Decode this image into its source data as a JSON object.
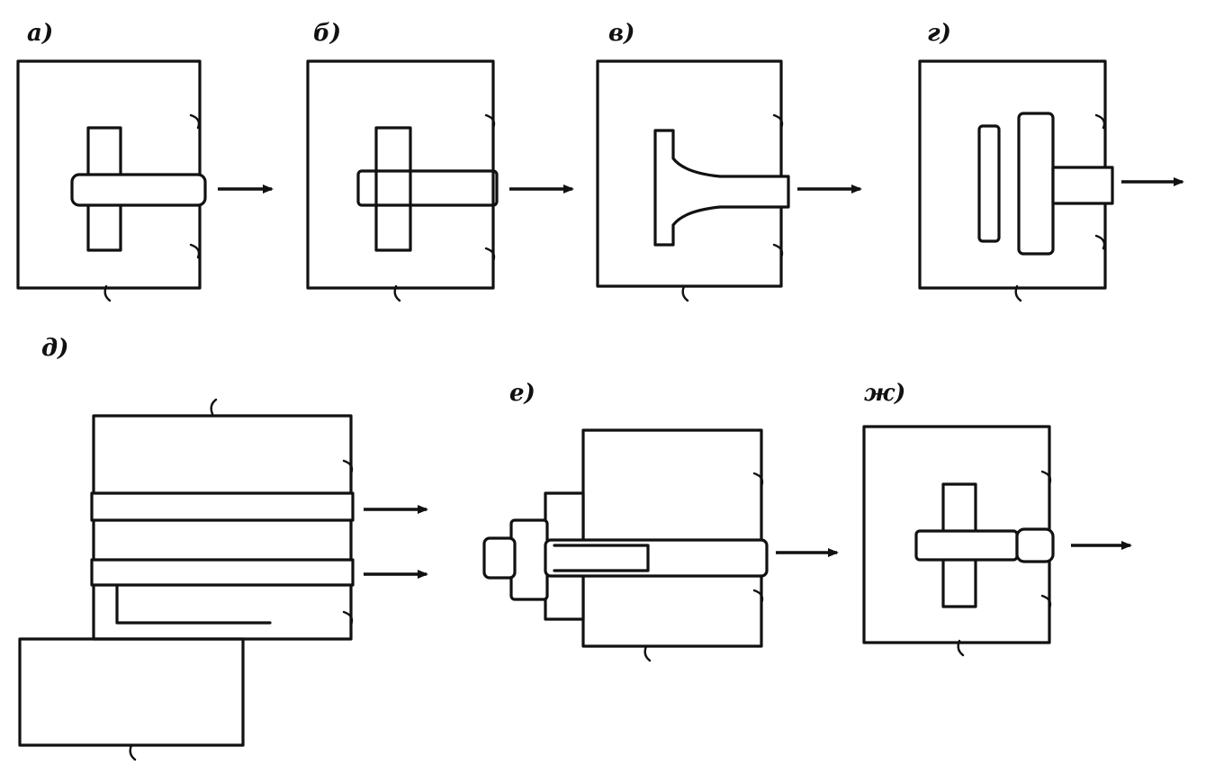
{
  "figure": {
    "colors": {
      "ink": "#111111",
      "paper": "#ffffff"
    },
    "panels": [
      {
        "id": "a",
        "label": "а)"
      },
      {
        "id": "b",
        "label": "б)"
      },
      {
        "id": "v",
        "label": "в)"
      },
      {
        "id": "g",
        "label": "г)"
      },
      {
        "id": "d",
        "label": "д)"
      },
      {
        "id": "e",
        "label": "е)"
      },
      {
        "id": "zh",
        "label": "ж)"
      }
    ]
  }
}
